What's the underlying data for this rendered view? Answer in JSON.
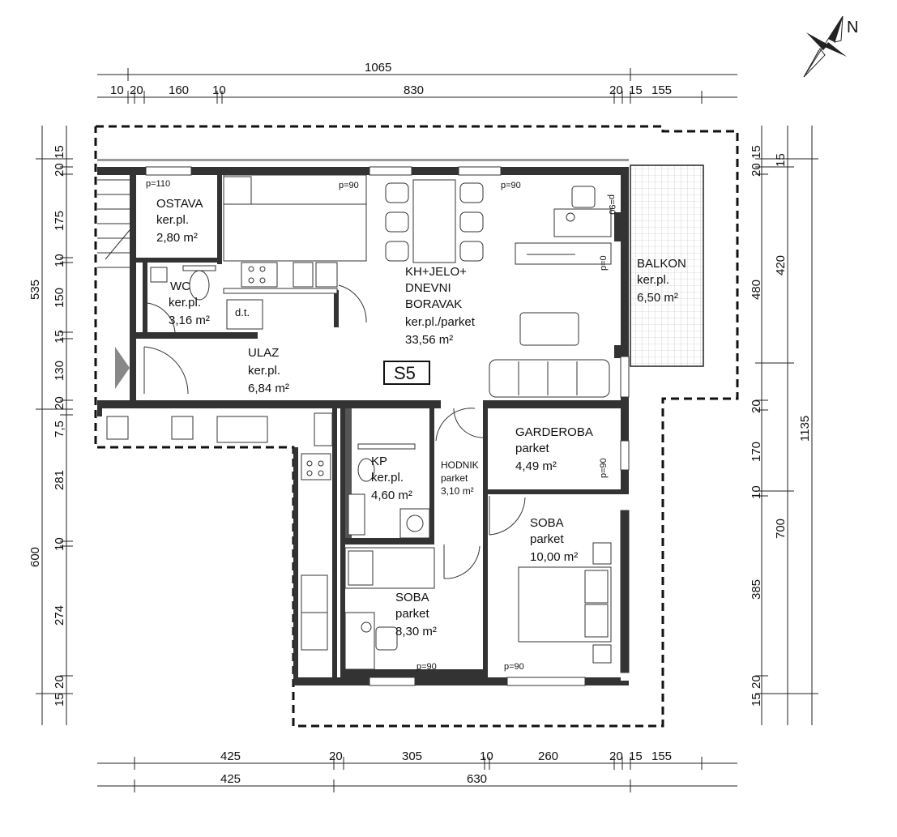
{
  "north_label": "N",
  "unit_label": "S5",
  "dims_top_total": "1065",
  "dims_top": [
    "10",
    "20",
    "160",
    "10",
    "830",
    "20",
    "15",
    "155"
  ],
  "dims_bottom_1": [
    "425",
    "20",
    "305",
    "10",
    "260",
    "20",
    "15",
    "155"
  ],
  "dims_bottom_2": [
    "425",
    "630"
  ],
  "dims_left_total_1": "535",
  "dims_left_total_2": "600",
  "dims_left": [
    "20",
    "15",
    "175",
    "10",
    "150",
    "15",
    "130",
    "20",
    "7,5",
    "281",
    "10",
    "274",
    "20",
    "15"
  ],
  "dims_right_total": "1135",
  "dims_right_mid": [
    "420",
    "480",
    "700"
  ],
  "dims_right": [
    "20",
    "15",
    "15",
    "20",
    "170",
    "10",
    "385",
    "20",
    "15"
  ],
  "rooms": {
    "ostava": {
      "name": "OSTAVA",
      "floor": "ker.pl.",
      "area": "2,80 m²"
    },
    "wc": {
      "name": "WC",
      "floor": "ker.pl.",
      "area": "3,16 m²"
    },
    "ulaz": {
      "name": "ULAZ",
      "floor": "ker.pl.",
      "area": "6,84 m²"
    },
    "living": {
      "name1": "KH+JELO+",
      "name2": "DNEVNI",
      "name3": "BORAVAK",
      "floor": "ker.pl./parket",
      "area": "33,56 m²"
    },
    "balkon": {
      "name": "BALKON",
      "floor": "ker.pl.",
      "area": "6,50 m²"
    },
    "garderoba": {
      "name": "GARDEROBA",
      "floor": "parket",
      "area": "4,49 m²"
    },
    "kp": {
      "name": "KP",
      "floor": "ker.pl.",
      "area": "4,60 m²"
    },
    "hodnik": {
      "name": "HODNIK",
      "floor": "parket",
      "area": "3,10 m²"
    },
    "soba1": {
      "name": "SOBA",
      "floor": "parket",
      "area": "10,00 m²"
    },
    "soba2": {
      "name": "SOBA",
      "floor": "parket",
      "area": "8,30 m²"
    }
  },
  "openings": {
    "p110": "p=110",
    "p90": "p=90",
    "p0": "p=0",
    "dt": "d.t."
  }
}
